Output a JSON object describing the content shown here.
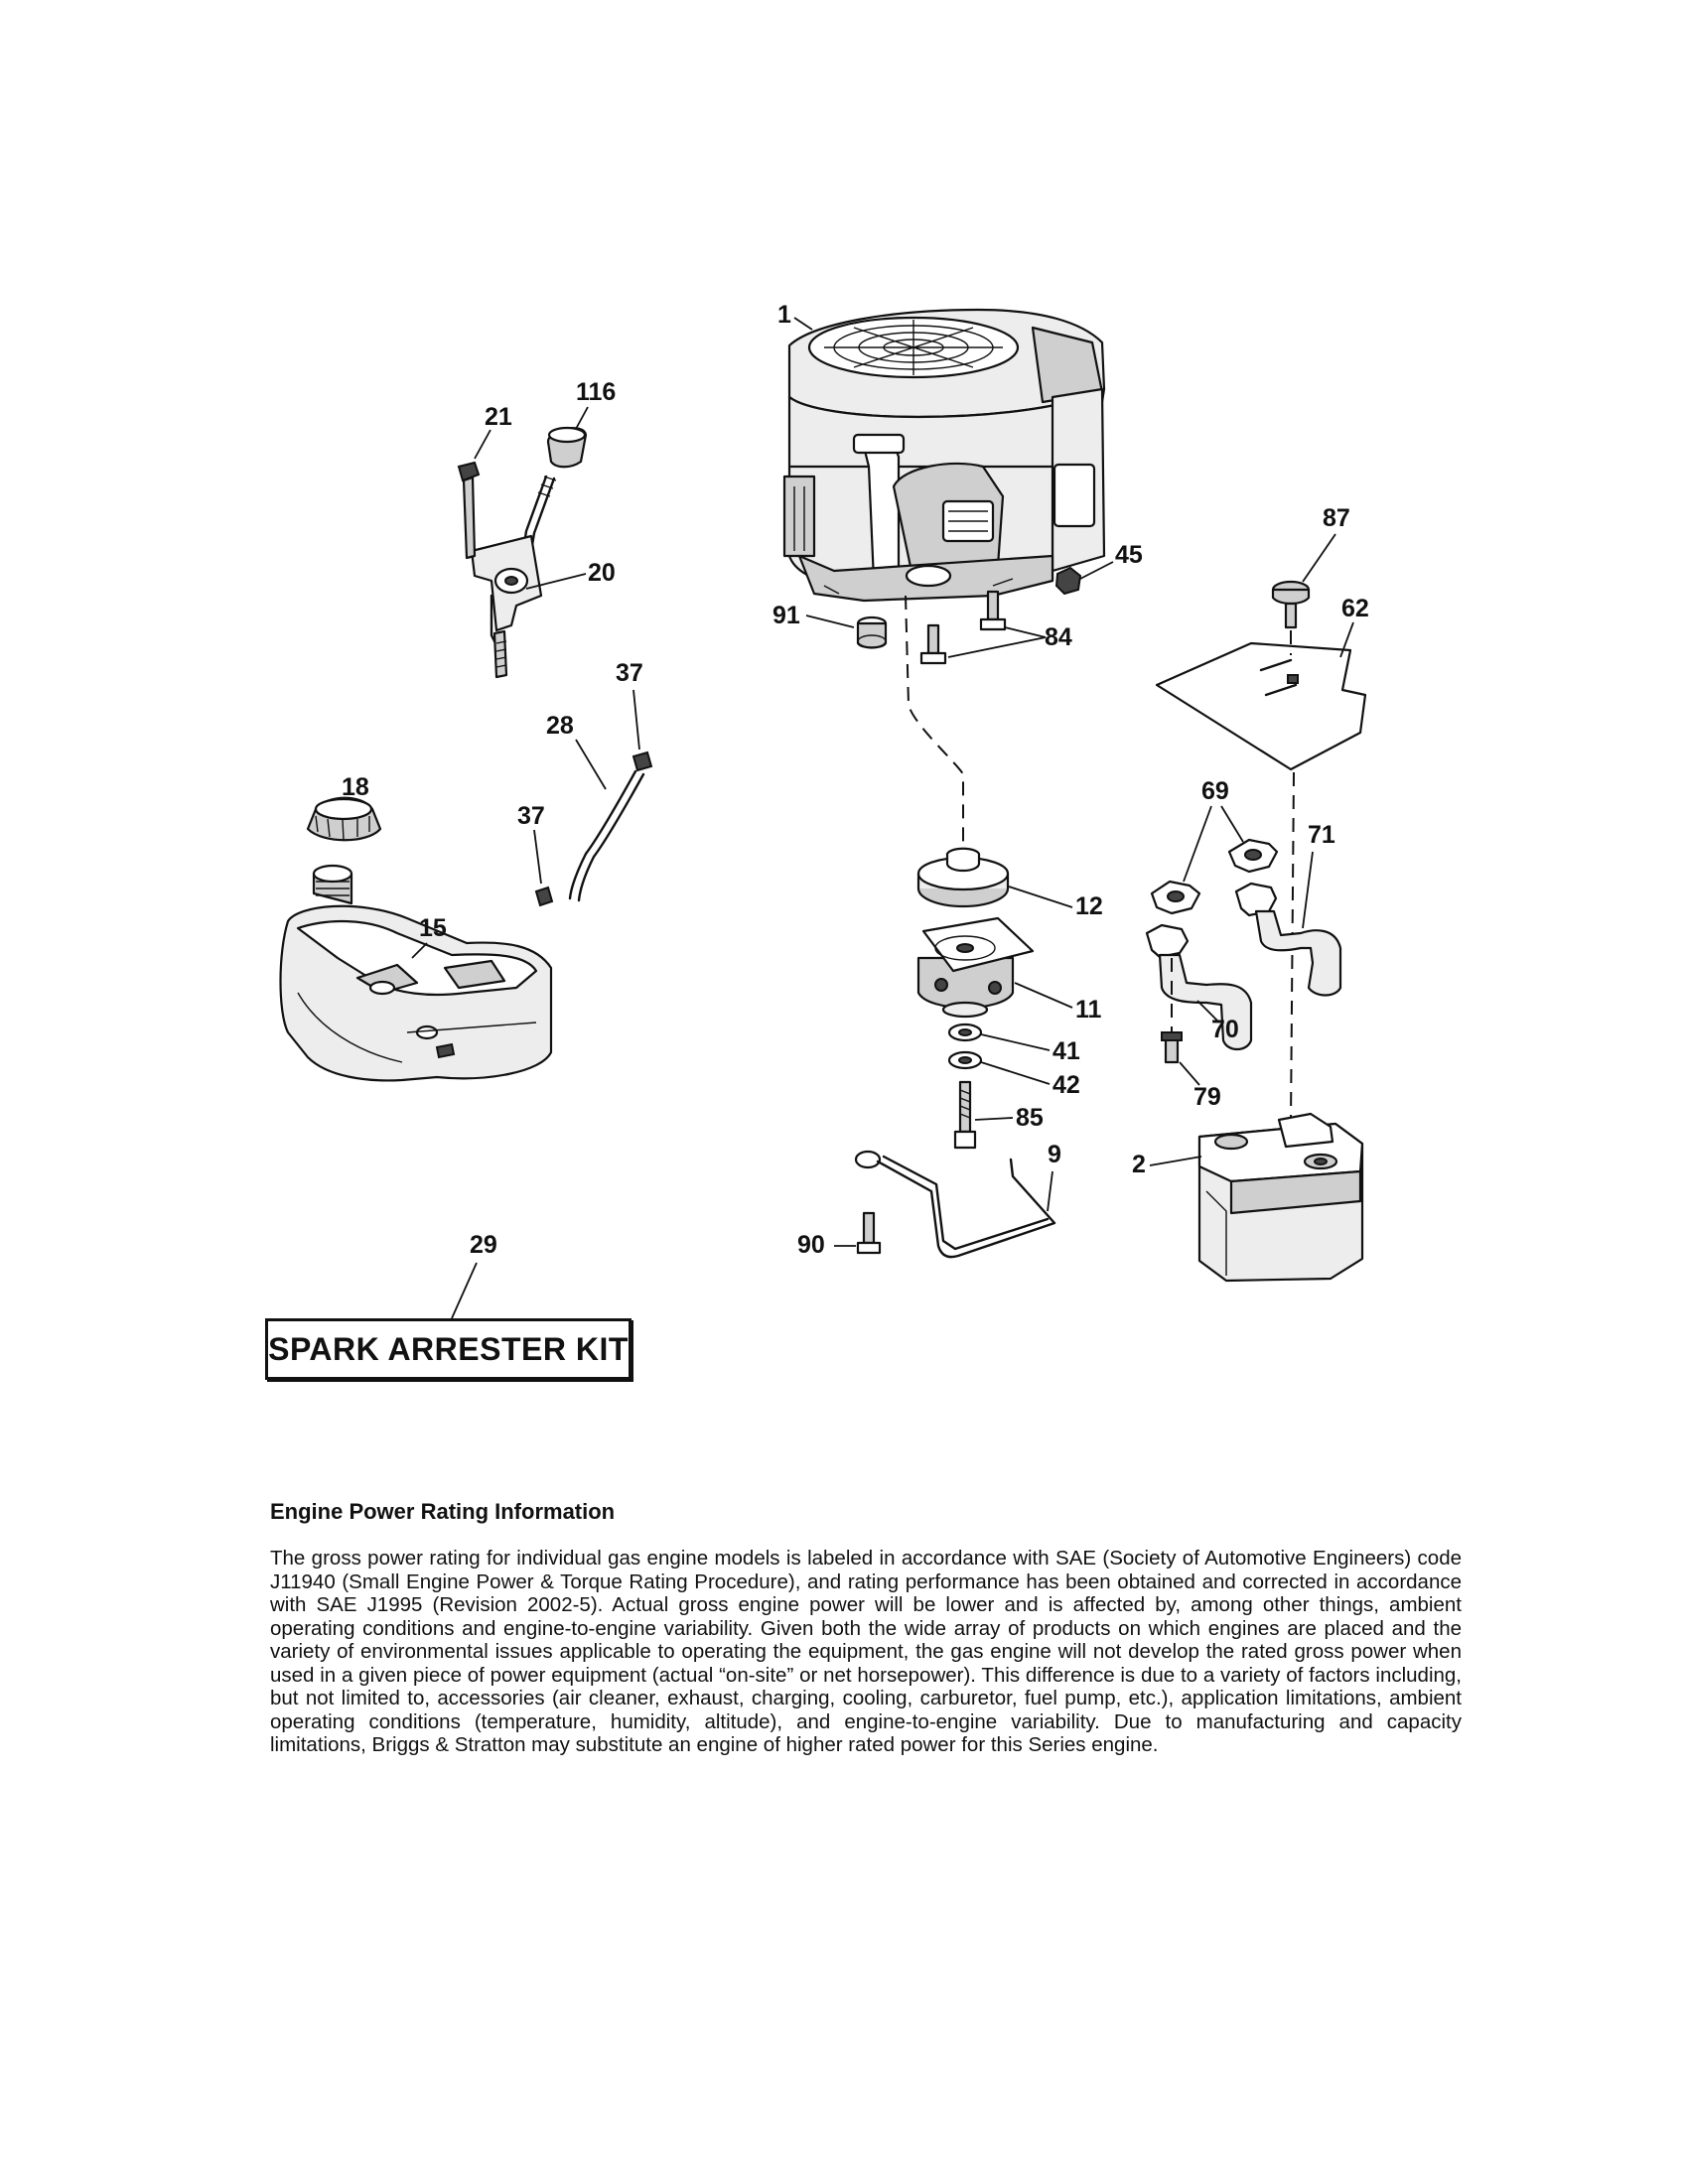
{
  "callouts": {
    "engine": "1",
    "muffler": "2",
    "bracket_9": "9",
    "pto_clutch": "11",
    "pulley": "12",
    "fuel_tank": "15",
    "fuel_cap": "18",
    "throttle_control": "20",
    "bolt_21": "21",
    "fuel_line": "28",
    "spark_arrester": "29",
    "clamp_upper": "37",
    "clamp_lower": "37",
    "washer_41": "41",
    "washer_42": "42",
    "nut_45": "45",
    "heat_shield": "62",
    "gaskets": "69",
    "exhaust_pipe_70": "70",
    "exhaust_pipe_71": "71",
    "screw_79": "79",
    "bolts_84": "84",
    "bolt_85": "85",
    "bolt_87": "87",
    "bolt_90": "90",
    "bushing_91": "91",
    "knob_116": "116"
  },
  "kit_box": {
    "label": "SPARK ARRESTER KIT"
  },
  "info": {
    "title": "Engine Power Rating Information",
    "body": "The gross power rating for individual gas engine models is labeled in accordance with SAE (Society of Automotive Engineers) code J11940 (Small Engine Power & Torque Rating Procedure), and rating performance has been obtained and corrected in accordance with SAE J1995 (Revision 2002-5). Actual gross engine power will be lower and is affected by, among other things, ambient operating conditions and engine-to-engine variability. Given both the wide array of products on which engines are placed and the variety of environmental issues applicable to operating the equipment, the gas engine will not develop the rated gross power when used in a given piece of power equipment (actual “on-site” or net horsepower). This difference is due to a variety of factors including, but not limited to, accessories (air cleaner, exhaust, charging, cooling, carburetor, fuel pump, etc.), application limitations, ambient operating conditions (temperature, humidity, altitude), and engine-to-engine variability. Due to manufacturing and capacity limitations, Briggs & Stratton may substitute an engine of higher rated power for this Series engine."
  }
}
